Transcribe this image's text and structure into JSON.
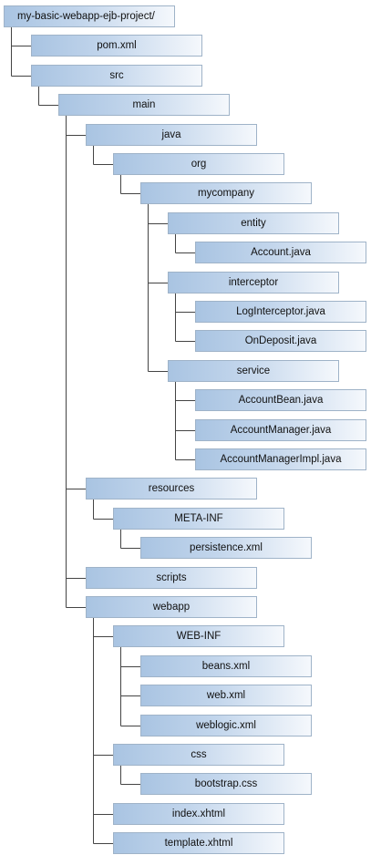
{
  "tree": {
    "label": "my-basic-webapp-ejb-project/",
    "type": "folder",
    "children": [
      {
        "label": "pom.xml",
        "type": "file"
      },
      {
        "label": "src",
        "type": "folder",
        "children": [
          {
            "label": "main",
            "type": "folder",
            "children": [
              {
                "label": "java",
                "type": "folder",
                "children": [
                  {
                    "label": "org",
                    "type": "folder",
                    "children": [
                      {
                        "label": "mycompany",
                        "type": "folder",
                        "children": [
                          {
                            "label": "entity",
                            "type": "folder",
                            "children": [
                              {
                                "label": "Account.java",
                                "type": "file"
                              }
                            ]
                          },
                          {
                            "label": "interceptor",
                            "type": "folder",
                            "children": [
                              {
                                "label": "LogInterceptor.java",
                                "type": "file"
                              },
                              {
                                "label": "OnDeposit.java",
                                "type": "file"
                              }
                            ]
                          },
                          {
                            "label": "service",
                            "type": "folder",
                            "children": [
                              {
                                "label": "AccountBean.java",
                                "type": "file"
                              },
                              {
                                "label": "AccountManager.java",
                                "type": "file"
                              },
                              {
                                "label": "AccountManagerImpl.java",
                                "type": "file"
                              }
                            ]
                          }
                        ]
                      }
                    ]
                  }
                ]
              },
              {
                "label": "resources",
                "type": "folder",
                "children": [
                  {
                    "label": "META-INF",
                    "type": "folder",
                    "children": [
                      {
                        "label": "persistence.xml",
                        "type": "file"
                      }
                    ]
                  }
                ]
              },
              {
                "label": "scripts",
                "type": "folder"
              },
              {
                "label": "webapp",
                "type": "folder",
                "children": [
                  {
                    "label": "WEB-INF",
                    "type": "folder",
                    "children": [
                      {
                        "label": "beans.xml",
                        "type": "file"
                      },
                      {
                        "label": "web.xml",
                        "type": "file"
                      },
                      {
                        "label": "weblogic.xml",
                        "type": "file"
                      }
                    ]
                  },
                  {
                    "label": "css",
                    "type": "folder",
                    "children": [
                      {
                        "label": "bootstrap.css",
                        "type": "file"
                      }
                    ]
                  },
                  {
                    "label": "index.xhtml",
                    "type": "file"
                  },
                  {
                    "label": "template.xhtml",
                    "type": "file"
                  }
                ]
              }
            ]
          }
        ]
      }
    ]
  },
  "colors": {
    "box_gradient_start": "#a9c4e2",
    "box_gradient_end": "#f5f8fc",
    "box_border": "#9fb3c8",
    "connector": "#444444",
    "text": "#111111"
  }
}
